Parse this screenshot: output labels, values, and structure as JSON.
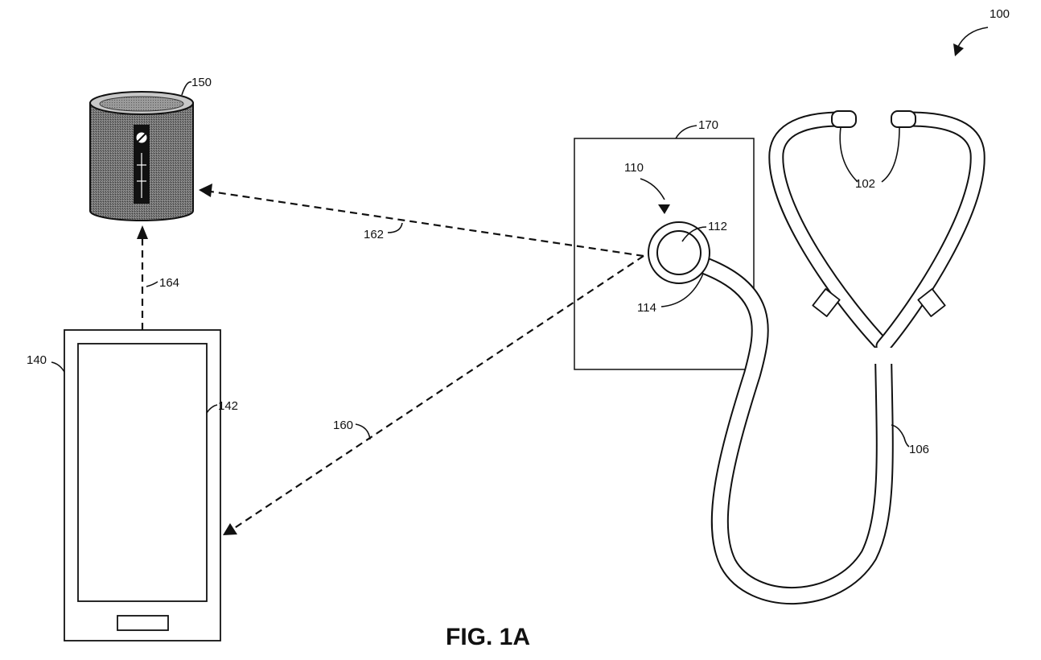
{
  "figure": {
    "caption": "FIG. 1A",
    "labels": {
      "system": "100",
      "earpieces": "102",
      "tubing": "106",
      "chest_piece": "110",
      "diaphragm": "112",
      "rim": "114",
      "phone": "140",
      "phone_screen": "142",
      "speaker": "150",
      "link_to_phone": "160",
      "link_to_speaker": "162",
      "phone_to_speaker": "164",
      "panel": "170"
    }
  }
}
